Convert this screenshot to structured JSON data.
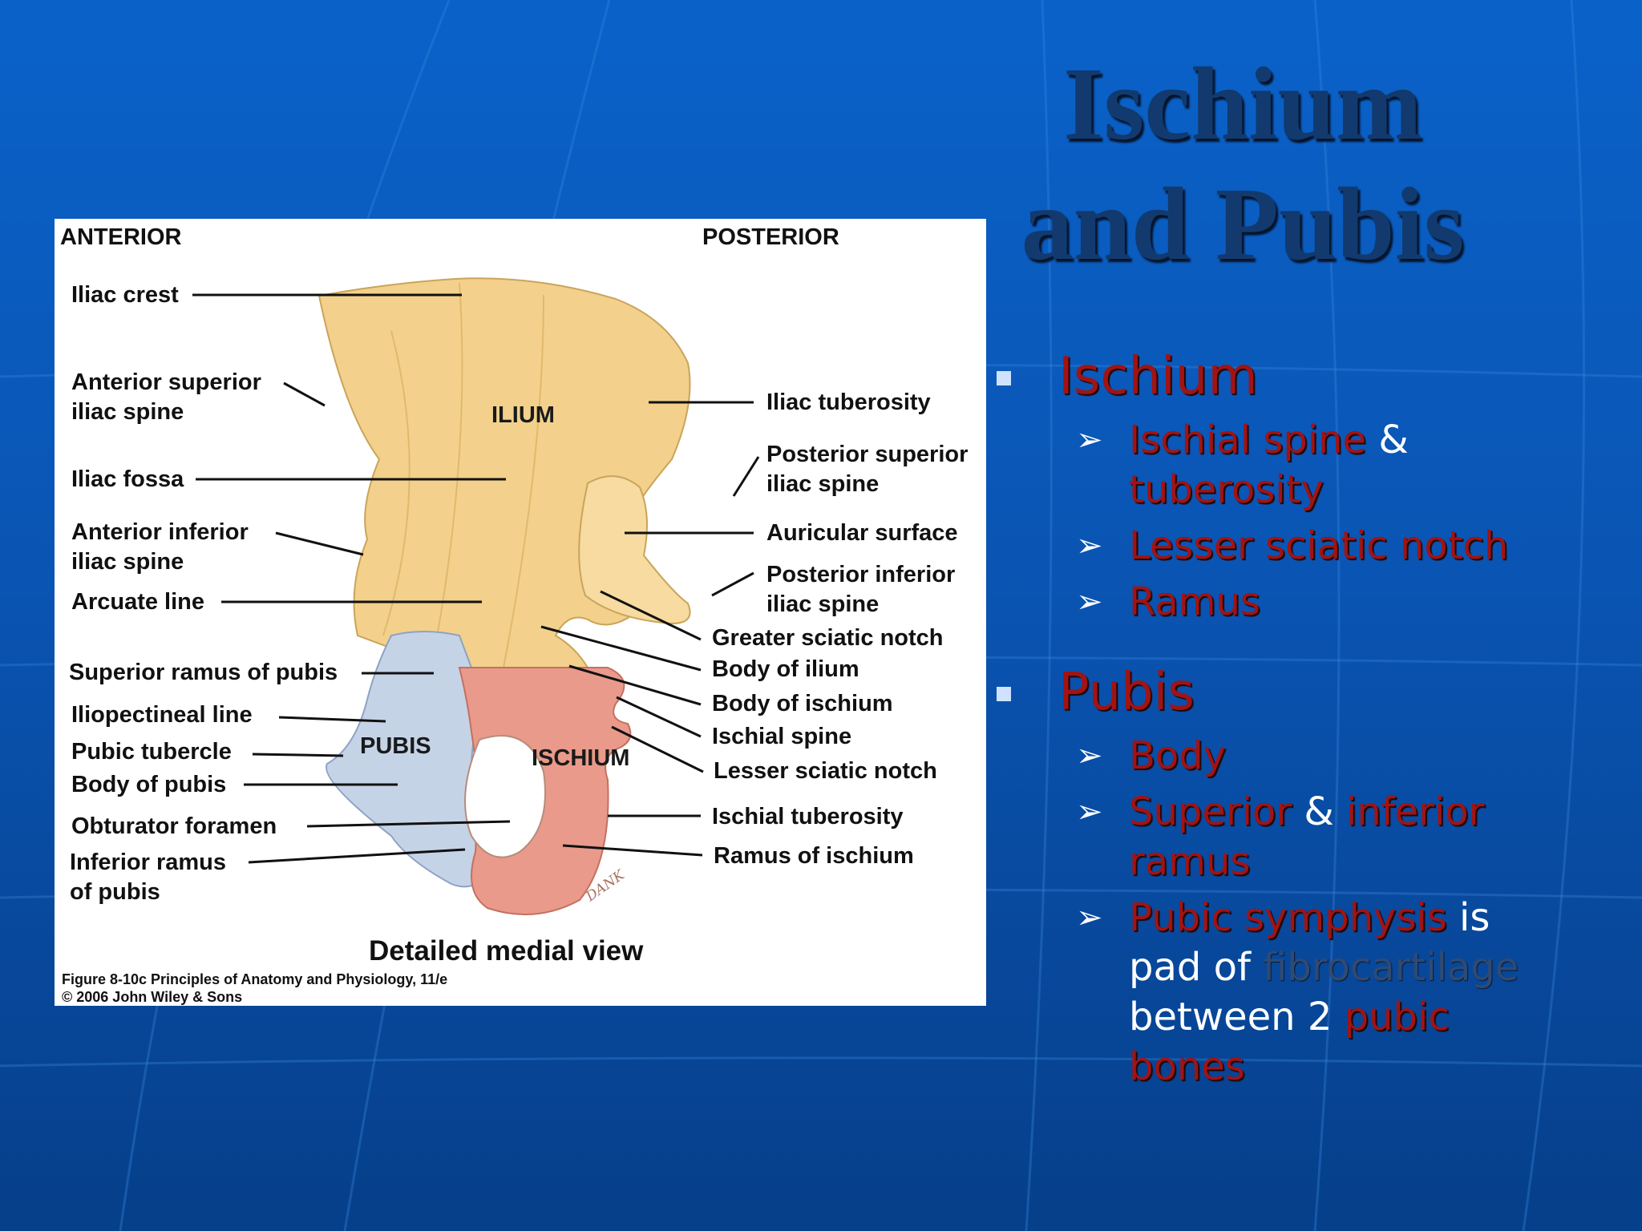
{
  "slide": {
    "title": "Ischium and Pubis",
    "colors": {
      "background": "#0a5cc0",
      "title": "#123a6e",
      "term_red": "#a01414",
      "plain_text": "#ffffff",
      "muted_term": "#2f4a73"
    }
  },
  "figure": {
    "orientation_left": "ANTERIOR",
    "orientation_right": "POSTERIOR",
    "regions": {
      "ilium": "ILIUM",
      "pubis": "PUBIS",
      "ischium": "ISCHIUM"
    },
    "labels_left": [
      "Iliac crest",
      "Anterior superior",
      "iliac spine",
      "Iliac fossa",
      "Anterior inferior",
      "iliac spine",
      "Arcuate line",
      "Superior ramus of pubis",
      "Iliopectineal line",
      "Pubic tubercle",
      "Body of pubis",
      "Obturator foramen",
      "Inferior ramus",
      "of pubis"
    ],
    "labels_right": [
      "Iliac tuberosity",
      "Posterior superior",
      "iliac spine",
      "Auricular surface",
      "Posterior inferior",
      "iliac spine",
      "Greater sciatic notch",
      "Body of ilium",
      "Body of ischium",
      "Ischial spine",
      "Lesser sciatic notch",
      "Ischial tuberosity",
      "Ramus of ischium"
    ],
    "caption": "Detailed medial view",
    "credit_line1": "Figure 8-10c  Principles of Anatomy and Physiology, 11/e",
    "credit_line2": "© 2006 John Wiley & Sons",
    "signature": "DANK"
  },
  "bullets": {
    "ischium": {
      "heading": "Ischium",
      "items": [
        {
          "parts": [
            "Ischial spine",
            " & ",
            "tuberosity"
          ]
        },
        {
          "parts": [
            "Lesser sciatic notch"
          ]
        },
        {
          "parts": [
            "Ramus"
          ]
        }
      ]
    },
    "pubis": {
      "heading": "Pubis",
      "items": [
        {
          "parts": [
            "Body"
          ]
        },
        {
          "parts": [
            "Superior",
            " & ",
            "inferior ramus"
          ]
        },
        {
          "parts": [
            "Pubic symphysis",
            " is pad of ",
            "fibrocartilage",
            " between 2 ",
            "pubic bones"
          ]
        }
      ]
    }
  }
}
